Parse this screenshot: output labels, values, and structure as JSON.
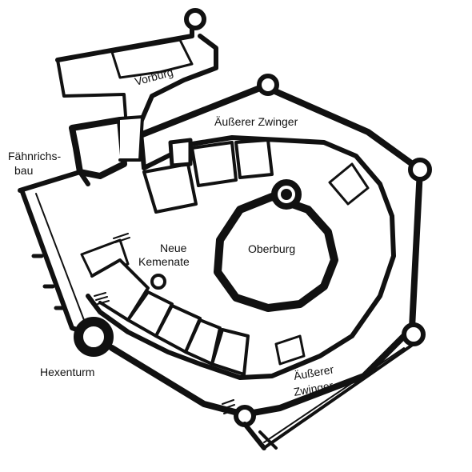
{
  "labels": {
    "vorburg": "Vorburg",
    "aeusserer_zwinger_top": "Äußerer Zwinger",
    "faehnrichsbau_1": "Fähnrichs-",
    "faehnrichsbau_2": "bau",
    "neue_kemenate_1": "Neue",
    "neue_kemenate_2": "Kemenate",
    "oberburg": "Oberburg",
    "hexenturm": "Hexenturm",
    "aeusserer_zwinger_bottom_1": "Äußerer",
    "aeusserer_zwinger_bottom_2": "Zwinger"
  },
  "colors": {
    "wall": "#111111",
    "fill": "#ffffff"
  }
}
